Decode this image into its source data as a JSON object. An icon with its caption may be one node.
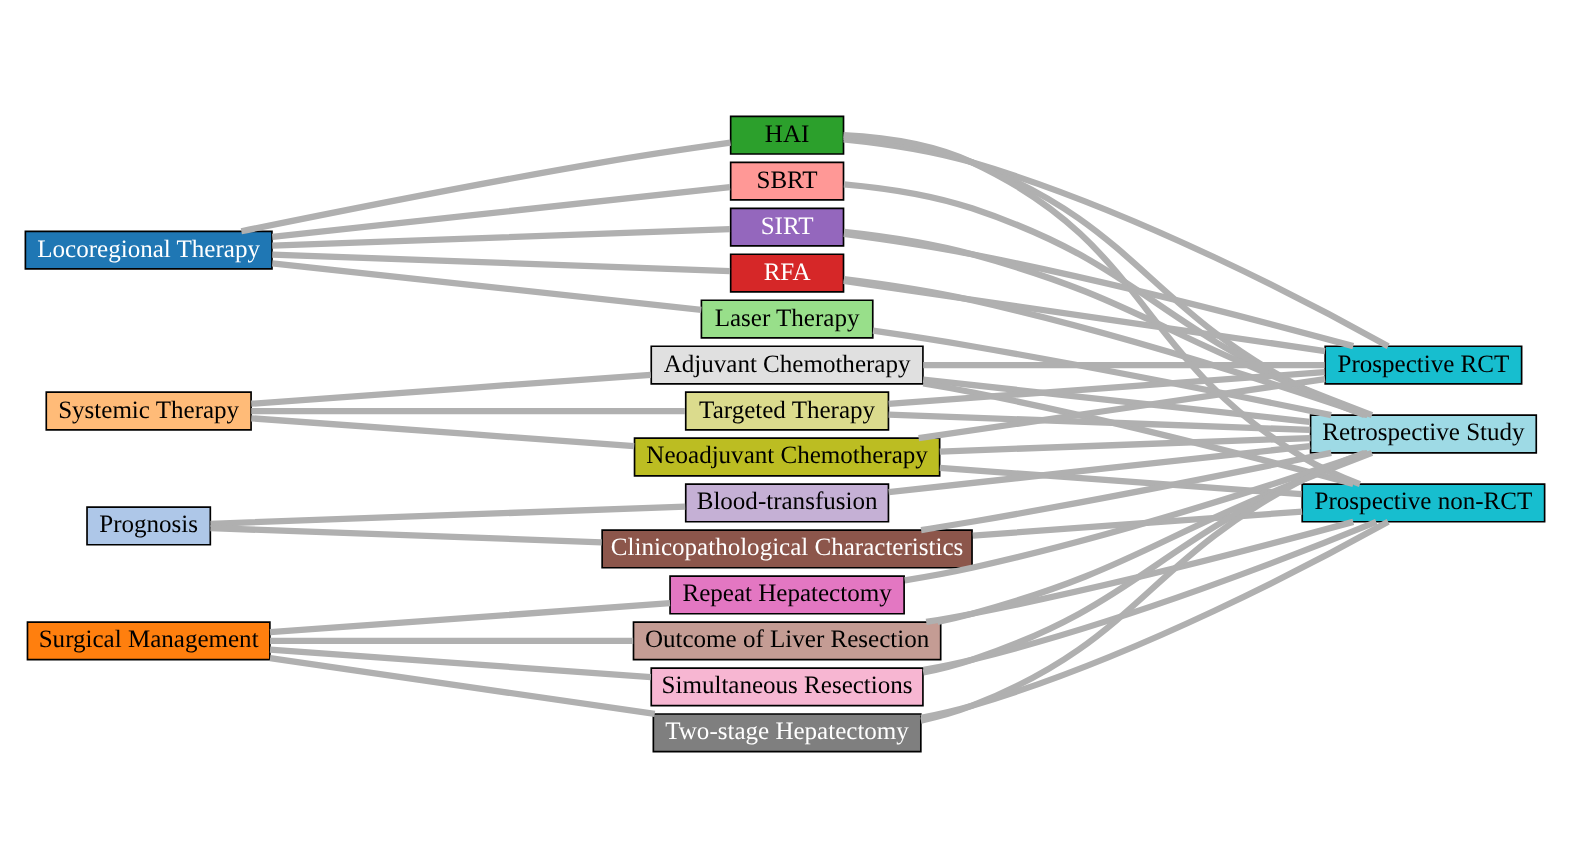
{
  "diagram": {
    "nodes": [
      {
        "text": [
          "Locoregional Therapy"
        ]
      },
      {
        "text": [
          "Systemic Therapy"
        ]
      },
      {
        "text": [
          "Prognosis"
        ]
      },
      {
        "text": [
          "Surgical Management"
        ]
      },
      {
        "text": [
          "HAI"
        ]
      },
      {
        "text": [
          "SBRT"
        ]
      },
      {
        "text": [
          "SIRT"
        ]
      },
      {
        "text": [
          "RFA"
        ]
      },
      {
        "text": [
          "Laser Therapy"
        ]
      },
      {
        "text": [
          "Adjuvant Chemotherapy"
        ]
      },
      {
        "text": [
          "Targeted Therapy"
        ]
      },
      {
        "text": [
          "Neoadjuvant Chemotherapy"
        ]
      },
      {
        "text": [
          "Blood-transfusion"
        ]
      },
      {
        "text": [
          "Clinicopathological Characteristics"
        ]
      },
      {
        "text": [
          "Repeat Hepatectomy"
        ]
      },
      {
        "text": [
          "Outcome of Liver Resection"
        ]
      },
      {
        "text": [
          "Simultaneous Resections"
        ]
      },
      {
        "text": [
          "Two-stage Hepatectomy"
        ]
      },
      {
        "text": [
          "Prospective RCT"
        ]
      },
      {
        "text": [
          "Retrospective Study"
        ]
      },
      {
        "text": [
          "Prospective non-RCT"
        ]
      }
    ],
    "edges": [
      {
        "from": 0,
        "to": 4,
        "arrow": "none"
      },
      {
        "from": 0,
        "to": 5,
        "arrow": "none"
      },
      {
        "from": 0,
        "to": 6,
        "arrow": "none"
      },
      {
        "from": 0,
        "to": 7,
        "arrow": "none"
      },
      {
        "from": 0,
        "to": 8,
        "arrow": "none"
      },
      {
        "from": 1,
        "to": 9,
        "arrow": "none"
      },
      {
        "from": 1,
        "to": 10,
        "arrow": "none"
      },
      {
        "from": 1,
        "to": 11,
        "arrow": "none"
      },
      {
        "from": 2,
        "to": 12,
        "arrow": "none"
      },
      {
        "from": 2,
        "to": 13,
        "arrow": "none"
      },
      {
        "from": 3,
        "to": 14,
        "arrow": "none"
      },
      {
        "from": 3,
        "to": 15,
        "arrow": "none"
      },
      {
        "from": 3,
        "to": 16,
        "arrow": "none"
      },
      {
        "from": 3,
        "to": 17,
        "arrow": "none"
      },
      {
        "from": 4,
        "to": 18,
        "arrow": "none"
      },
      {
        "from": 4,
        "to": 19,
        "arrow": "none"
      },
      {
        "from": 4,
        "to": 20,
        "arrow": "none"
      },
      {
        "from": 5,
        "to": 19,
        "arrow": "none"
      },
      {
        "from": 6,
        "to": 18,
        "arrow": "none"
      },
      {
        "from": 6,
        "to": 19,
        "arrow": "none"
      },
      {
        "from": 7,
        "to": 18,
        "arrow": "none"
      },
      {
        "from": 7,
        "to": 19,
        "arrow": "none"
      },
      {
        "from": 8,
        "to": 19,
        "arrow": "none"
      },
      {
        "from": 9,
        "to": 18,
        "arrow": "none"
      },
      {
        "from": 9,
        "to": 19,
        "arrow": "none"
      },
      {
        "from": 9,
        "to": 20,
        "arrow": "none"
      },
      {
        "from": 10,
        "to": 18,
        "arrow": "none"
      },
      {
        "from": 10,
        "to": 19,
        "arrow": "none"
      },
      {
        "from": 11,
        "to": 18,
        "arrow": "none"
      },
      {
        "from": 11,
        "to": 19,
        "arrow": "none"
      },
      {
        "from": 11,
        "to": 20,
        "arrow": "none"
      },
      {
        "from": 12,
        "to": 19,
        "arrow": "none"
      },
      {
        "from": 13,
        "to": 19,
        "arrow": "none"
      },
      {
        "from": 13,
        "to": 20,
        "arrow": "none"
      },
      {
        "from": 14,
        "to": 19,
        "arrow": "none"
      },
      {
        "from": 15,
        "to": 19,
        "arrow": "none"
      },
      {
        "from": 15,
        "to": 20,
        "arrow": "none"
      },
      {
        "from": 16,
        "to": 19,
        "arrow": "none"
      },
      {
        "from": 16,
        "to": 20,
        "arrow": "none"
      },
      {
        "from": 17,
        "to": 19,
        "arrow": "none"
      },
      {
        "from": 17,
        "to": 20,
        "arrow": "none"
      }
    ]
  }
}
